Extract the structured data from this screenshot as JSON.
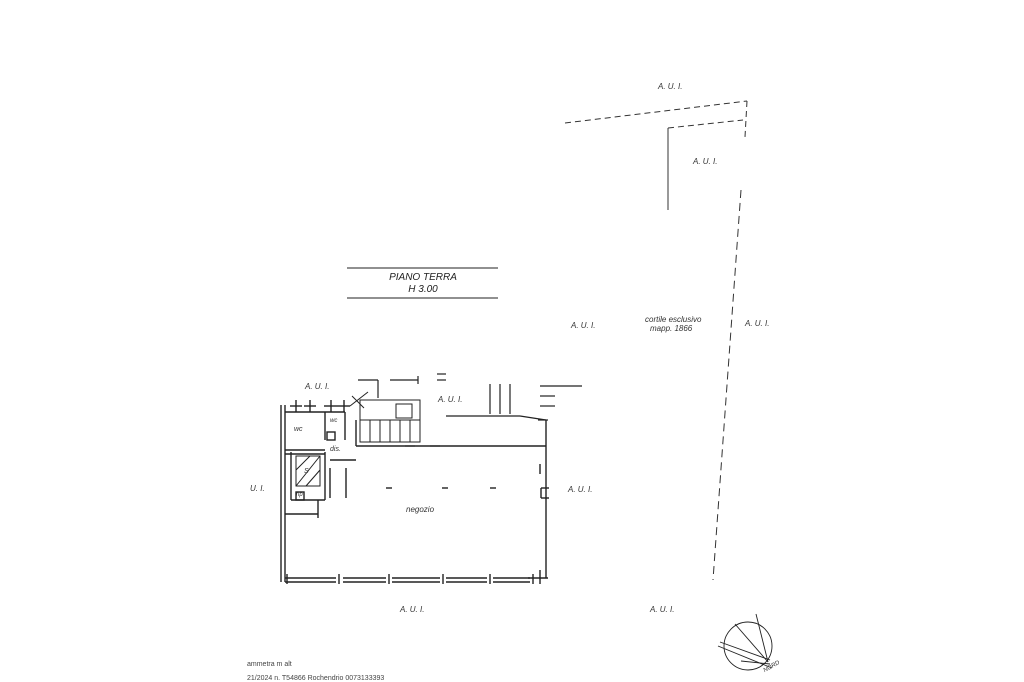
{
  "plan": {
    "title": "PIANO TERRA",
    "height": "H 3.00",
    "courtyard": {
      "label": "cortile esclusivo",
      "parcel": "mapp. 1866"
    },
    "labels": {
      "aui_top_right": "A. U. I.",
      "aui_inner_right": "A. U. I.",
      "aui_mid_left": "A. U. I.",
      "aui_far_right": "A. U. I.",
      "aui_building_top_left": "A. U. I.",
      "aui_building_top_mid": "A. U. I.",
      "aui_building_right": "A. U. I.",
      "aui_bottom_left": "A. U. I.",
      "aui_bottom_right": "A. U. I.",
      "ui_left": "U. I."
    },
    "rooms": {
      "wc": "wc",
      "wc2": "wc",
      "dis": "dis.",
      "rip": "rip",
      "negozio": "negozio"
    },
    "stair_up": "S",
    "north_label": "NORD"
  },
  "footer": {
    "line1": "ammetra m alt",
    "line2": "21/2024  n. T54866  Rochendrio  0073133393"
  }
}
